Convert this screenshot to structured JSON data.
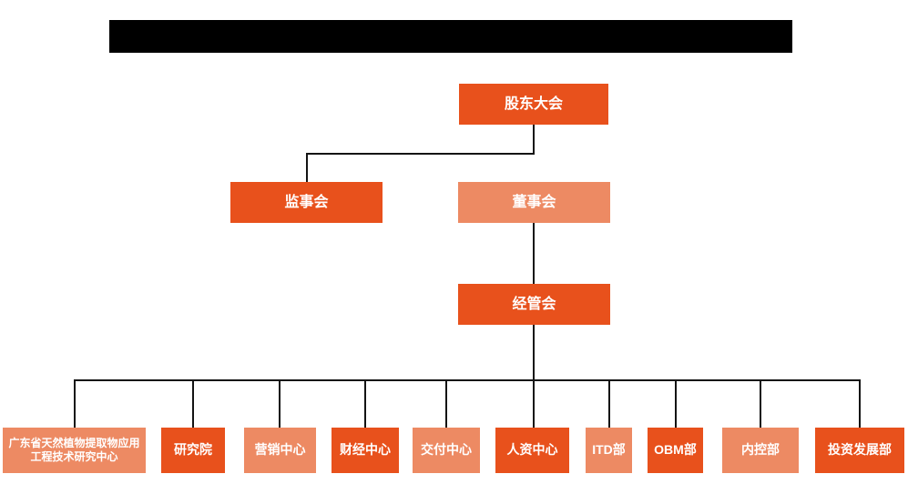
{
  "title_bar": {
    "redacted": true,
    "text": ""
  },
  "colors": {
    "primary_box": "#e8511c",
    "secondary_box": "#ed8a63",
    "connector": "#141414",
    "title_bar_bg": "#000000",
    "background": "#ffffff",
    "box_text": "#ffffff"
  },
  "nodes": {
    "shareholders": {
      "label": "股东大会",
      "color_role": "primary"
    },
    "supervisors": {
      "label": "监事会",
      "color_role": "primary"
    },
    "directors": {
      "label": "董事会",
      "color_role": "secondary"
    },
    "management": {
      "label": "经管会",
      "color_role": "primary"
    },
    "gd_center": {
      "label": "广东省天然植物提取物应用工程技术研究中心",
      "color_role": "secondary"
    },
    "research": {
      "label": "研究院",
      "color_role": "primary"
    },
    "marketing": {
      "label": "营销中心",
      "color_role": "secondary"
    },
    "finance": {
      "label": "财经中心",
      "color_role": "primary"
    },
    "delivery": {
      "label": "交付中心",
      "color_role": "secondary"
    },
    "hr": {
      "label": "人资中心",
      "color_role": "primary"
    },
    "itd": {
      "label": "ITD部",
      "color_role": "secondary"
    },
    "obm": {
      "label": "OBM部",
      "color_role": "primary"
    },
    "internal_control": {
      "label": "内控部",
      "color_role": "secondary"
    },
    "investment": {
      "label": "投资发展部",
      "color_role": "primary"
    }
  },
  "hierarchy": {
    "root": "股东大会",
    "edges": [
      {
        "from": "股东大会",
        "to": "监事会"
      },
      {
        "from": "股东大会",
        "to": "董事会"
      },
      {
        "from": "董事会",
        "to": "经管会"
      },
      {
        "from": "经管会",
        "to": "广东省天然植物提取物应用工程技术研究中心"
      },
      {
        "from": "经管会",
        "to": "研究院"
      },
      {
        "from": "经管会",
        "to": "营销中心"
      },
      {
        "from": "经管会",
        "to": "财经中心"
      },
      {
        "from": "经管会",
        "to": "交付中心"
      },
      {
        "from": "经管会",
        "to": "人资中心"
      },
      {
        "from": "经管会",
        "to": "ITD部"
      },
      {
        "from": "经管会",
        "to": "OBM部"
      },
      {
        "from": "经管会",
        "to": "内控部"
      },
      {
        "from": "经管会",
        "to": "投资发展部"
      }
    ]
  }
}
